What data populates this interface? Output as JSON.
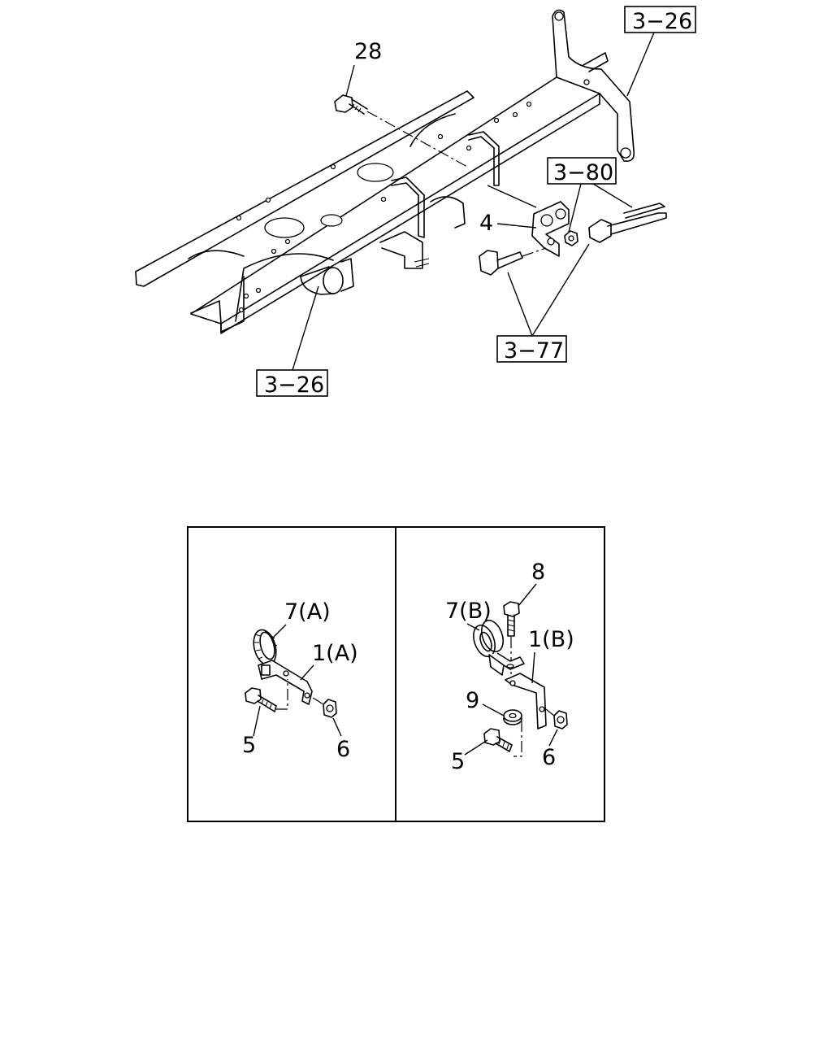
{
  "labels": {
    "part_28": "28",
    "part_4": "4",
    "ref_3_26_top": "3−26",
    "ref_3_26_bottom": "3−26",
    "ref_3_80": "3−80",
    "ref_3_77": "3−77",
    "a_7": "7(A)",
    "a_1": "1(A)",
    "a_5": "5",
    "a_6": "6",
    "b_8": "8",
    "b_7": "7(B)",
    "b_1": "1(B)",
    "b_9": "9",
    "b_5": "5",
    "b_6": "6"
  }
}
